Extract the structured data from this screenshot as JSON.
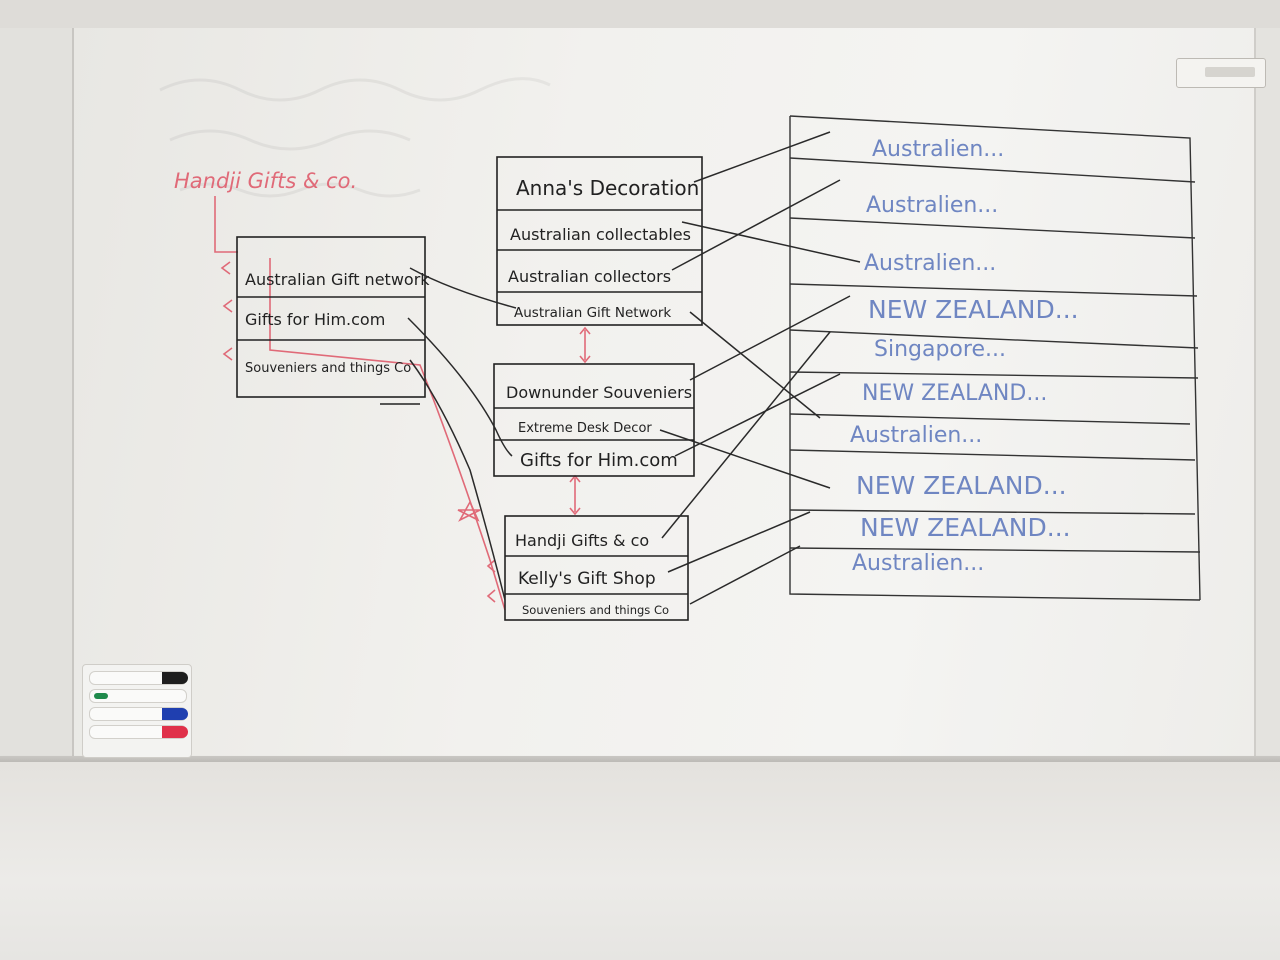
{
  "colors": {
    "black_ink": "#1e1e1e",
    "red_ink": "#e06a78",
    "blue_ink": "#6f86c2"
  },
  "red_heading": "Handji Gifts & co.",
  "left_table": {
    "rows": [
      "Australian Gift network",
      "Gifts for Him.com",
      "Souveniers and things Co"
    ]
  },
  "middle_table_1": {
    "rows": [
      "Anna's Decoration",
      "Australian collectables",
      "Australian collectors",
      "Australian Gift Network"
    ]
  },
  "middle_table_2": {
    "rows": [
      "Downunder Souveniers",
      "Extreme Desk Decor",
      "Gifts for Him.com"
    ]
  },
  "middle_table_3": {
    "rows": [
      "Handji Gifts & co",
      "Kelly's Gift Shop",
      "Souveniers and things Co"
    ]
  },
  "right_table": {
    "rows": [
      "Australien...",
      "Australien...",
      "Australien...",
      "NEW ZEALAND...",
      "Singapore...",
      "NEW ZEALAND...",
      "Australien...",
      "NEW ZEALAND...",
      "NEW ZEALAND...",
      "Australien..."
    ]
  },
  "markers": [
    "black",
    "green",
    "blue",
    "red"
  ]
}
